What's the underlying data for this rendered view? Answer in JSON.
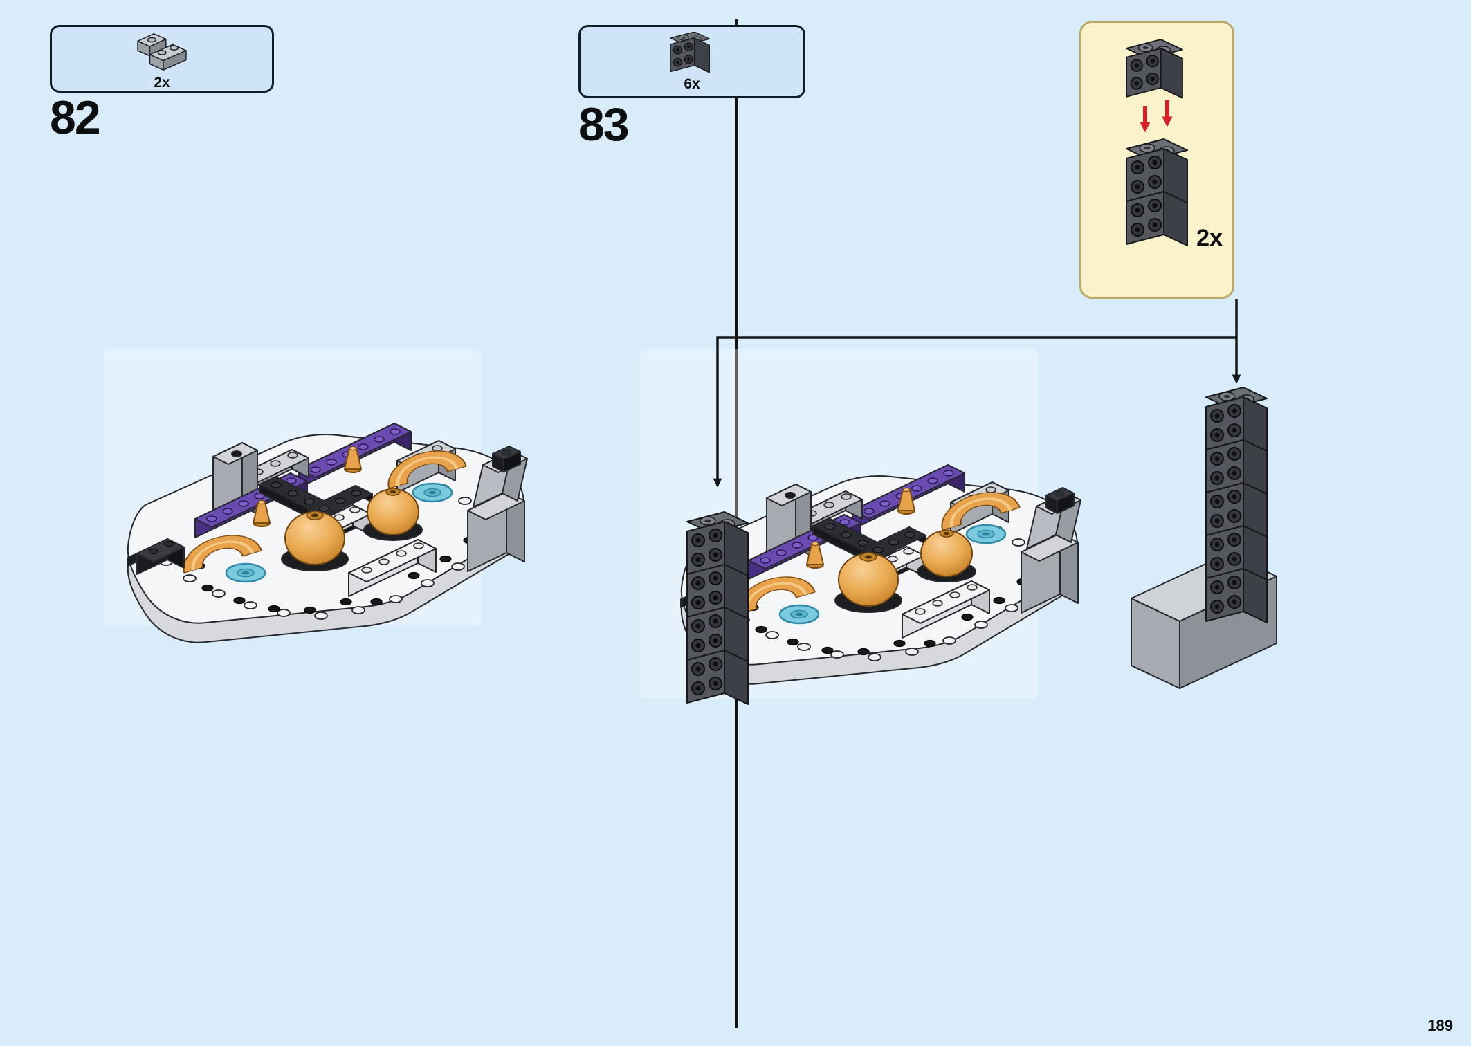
{
  "page": {
    "number": "189"
  },
  "colors": {
    "background": "#d8ecf9",
    "parts_box_fill": "#cfe4f7",
    "parts_box_border": "#0f1d2b",
    "subassembly_box_fill": "#faf2cb",
    "subassembly_box_border": "#bba86a",
    "placement_arrow": "#15161a",
    "transform_arrow_red": "#d62027",
    "brick_purple": "#6a4bb2",
    "brick_dark_gray": "#54575d",
    "brick_light_gray": "#d2d4d8",
    "piece_tan": "#e7a24b",
    "tile_azure": "#7ccadd"
  },
  "steps": [
    {
      "number": "82",
      "parts": [
        {
          "count": "2x",
          "icon": "corner-plate-icon"
        }
      ]
    },
    {
      "number": "83",
      "parts": [
        {
          "count": "6x",
          "icon": "side-stud-brick-icon"
        }
      ],
      "subassembly": {
        "count": "2x",
        "icon": "side-stud-brick-stack-icon"
      }
    }
  ]
}
